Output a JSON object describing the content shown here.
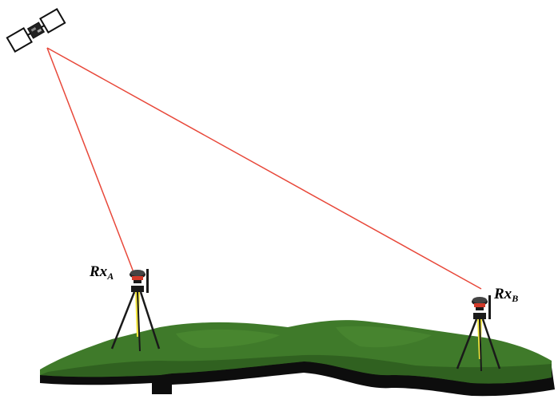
{
  "receiver_a": {
    "main": "Rx",
    "sub": "A"
  },
  "receiver_b": {
    "main": "Rx",
    "sub": "B"
  },
  "colors": {
    "signal_line": "#e8483a",
    "terrain_top": "#3f7a2a",
    "terrain_dark": "#244c18",
    "terrain_shadow": "#0d0d0d",
    "tripod_leg": "#1a1a1a",
    "tripod_center": "#f3e63c",
    "antenna_band": "#d13a2a"
  },
  "icons": [
    "satellite-icon",
    "gnss-tripod-icon",
    "gnss-tripod-icon"
  ]
}
